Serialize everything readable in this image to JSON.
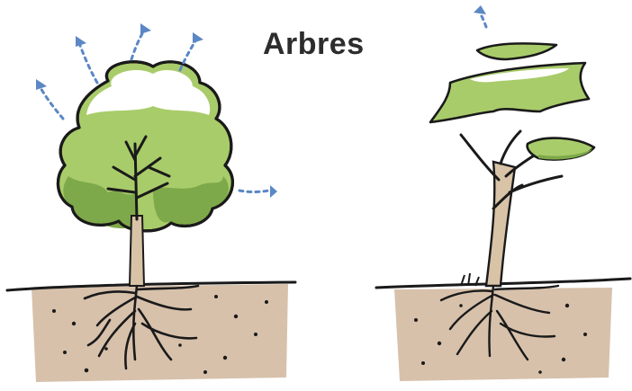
{
  "diagram": {
    "title": "Arbres",
    "colors": {
      "soil": "#d7c1ab",
      "leaf_light": "#a9cc6a",
      "leaf_dark": "#7ea94a",
      "trunk": "#d9c3a6",
      "outline": "#1a1a1a",
      "arrow": "#5b87c5"
    },
    "elements": {
      "left_tree": "round-canopy-tree",
      "right_tree": "layered-canopy-tree",
      "arrows": "evaporation-arrows"
    }
  }
}
